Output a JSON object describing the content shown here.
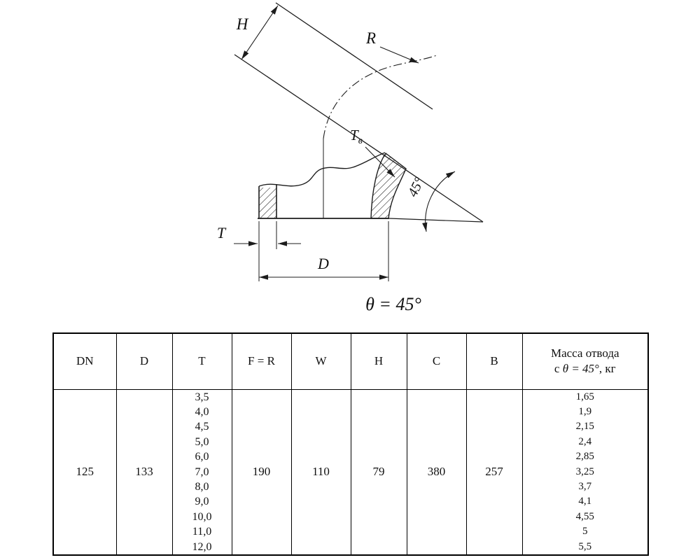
{
  "diagram": {
    "labels": {
      "h": "H",
      "r": "R",
      "tv_main": "T",
      "tv_sub": "в",
      "angle": "45°",
      "t": "T",
      "d": "D",
      "theta": "θ = 45°"
    }
  },
  "table": {
    "headers": [
      "DN",
      "D",
      "T",
      "F = R",
      "W",
      "H",
      "C",
      "B"
    ],
    "mass_header": {
      "line1": "Масса отвода",
      "line2_prefix": "с ",
      "line2_italic": "θ = 45°",
      "line2_suffix": ", кг"
    },
    "row": {
      "dn": "125",
      "d": "133",
      "t_values": [
        "3,5",
        "4,0",
        "4,5",
        "5,0",
        "6,0",
        "7,0",
        "8,0",
        "9,0",
        "10,0",
        "11,0",
        "12,0"
      ],
      "f_r": "190",
      "w": "110",
      "h_val": "79",
      "c": "380",
      "b": "257",
      "mass_values": [
        "1,65",
        "1,9",
        "2,15",
        "2,4",
        "2,85",
        "3,25",
        "3,7",
        "4,1",
        "4,55",
        "5",
        "5,5"
      ]
    }
  }
}
